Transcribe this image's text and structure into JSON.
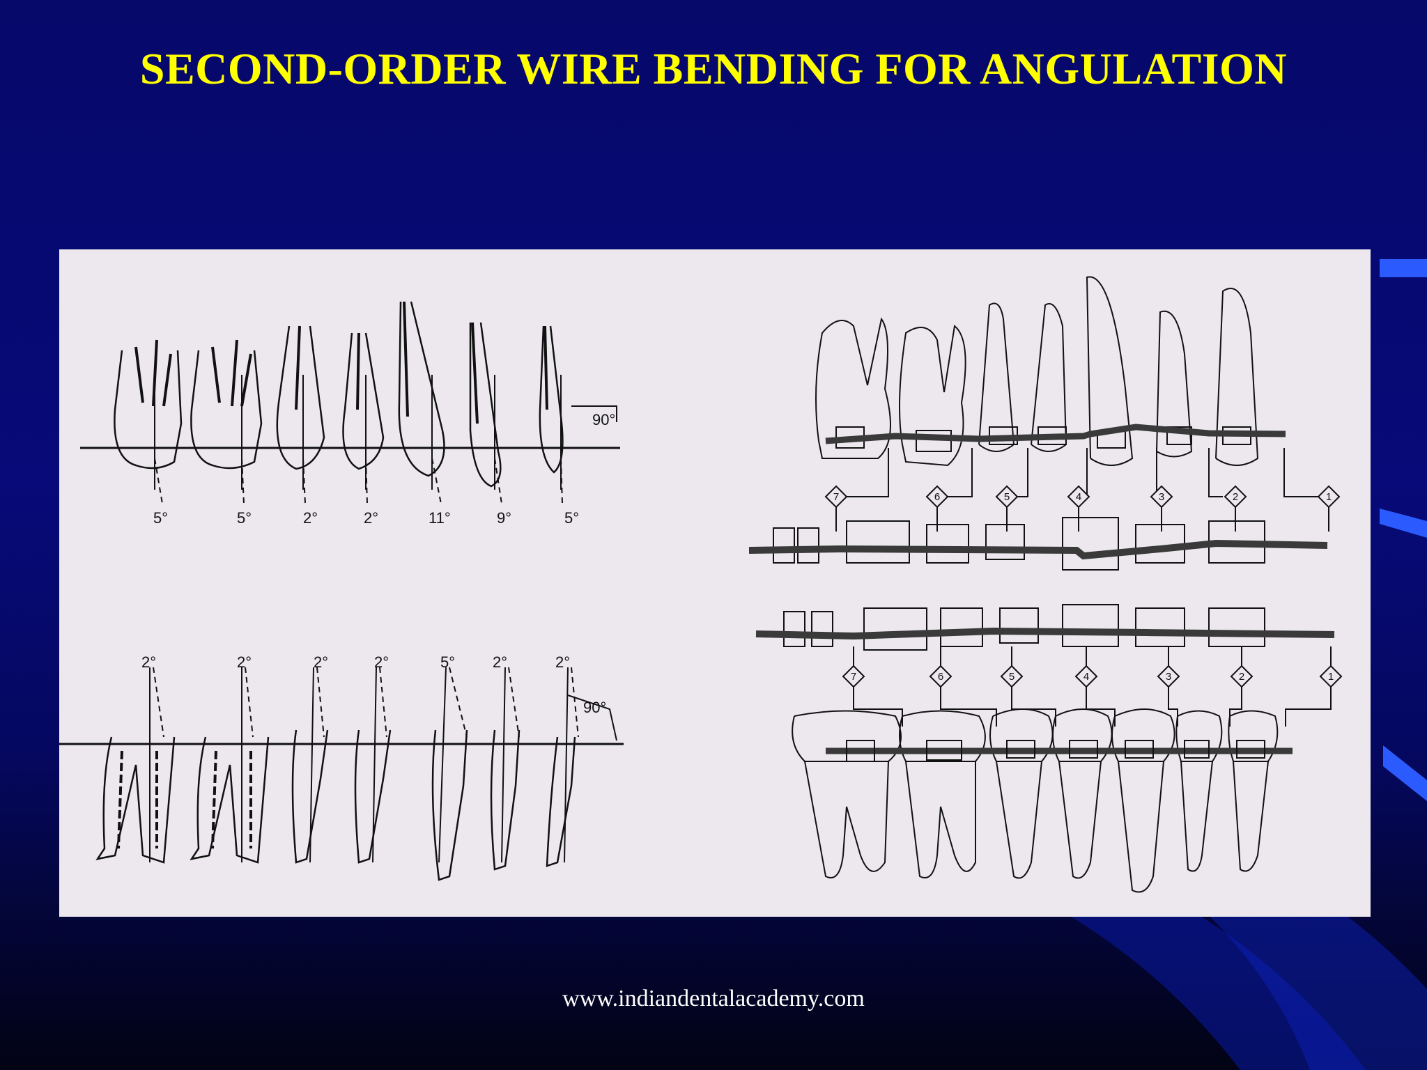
{
  "slide": {
    "title": "SECOND-ORDER WIRE BENDING FOR ANGULATION",
    "footer": "www.indiandentalacademy.com"
  },
  "figure": {
    "upper_arch": {
      "angles": [
        "5°",
        "5°",
        "2°",
        "2°",
        "11°",
        "9°",
        "5°"
      ],
      "reference_angle": "90°"
    },
    "lower_arch": {
      "angles": [
        "2°",
        "2°",
        "2°",
        "2°",
        "5°",
        "2°",
        "2°"
      ],
      "reference_angle": "90°"
    },
    "upper_bend_markers": [
      "7",
      "6",
      "5",
      "4",
      "3",
      "2",
      "1"
    ],
    "lower_bend_markers": [
      "7",
      "6",
      "5",
      "4",
      "3",
      "2",
      "1"
    ]
  },
  "colors": {
    "background": "#06086a",
    "title": "#ffff00",
    "footer": "#ffffff",
    "figure_bg": "#ece8ee"
  }
}
